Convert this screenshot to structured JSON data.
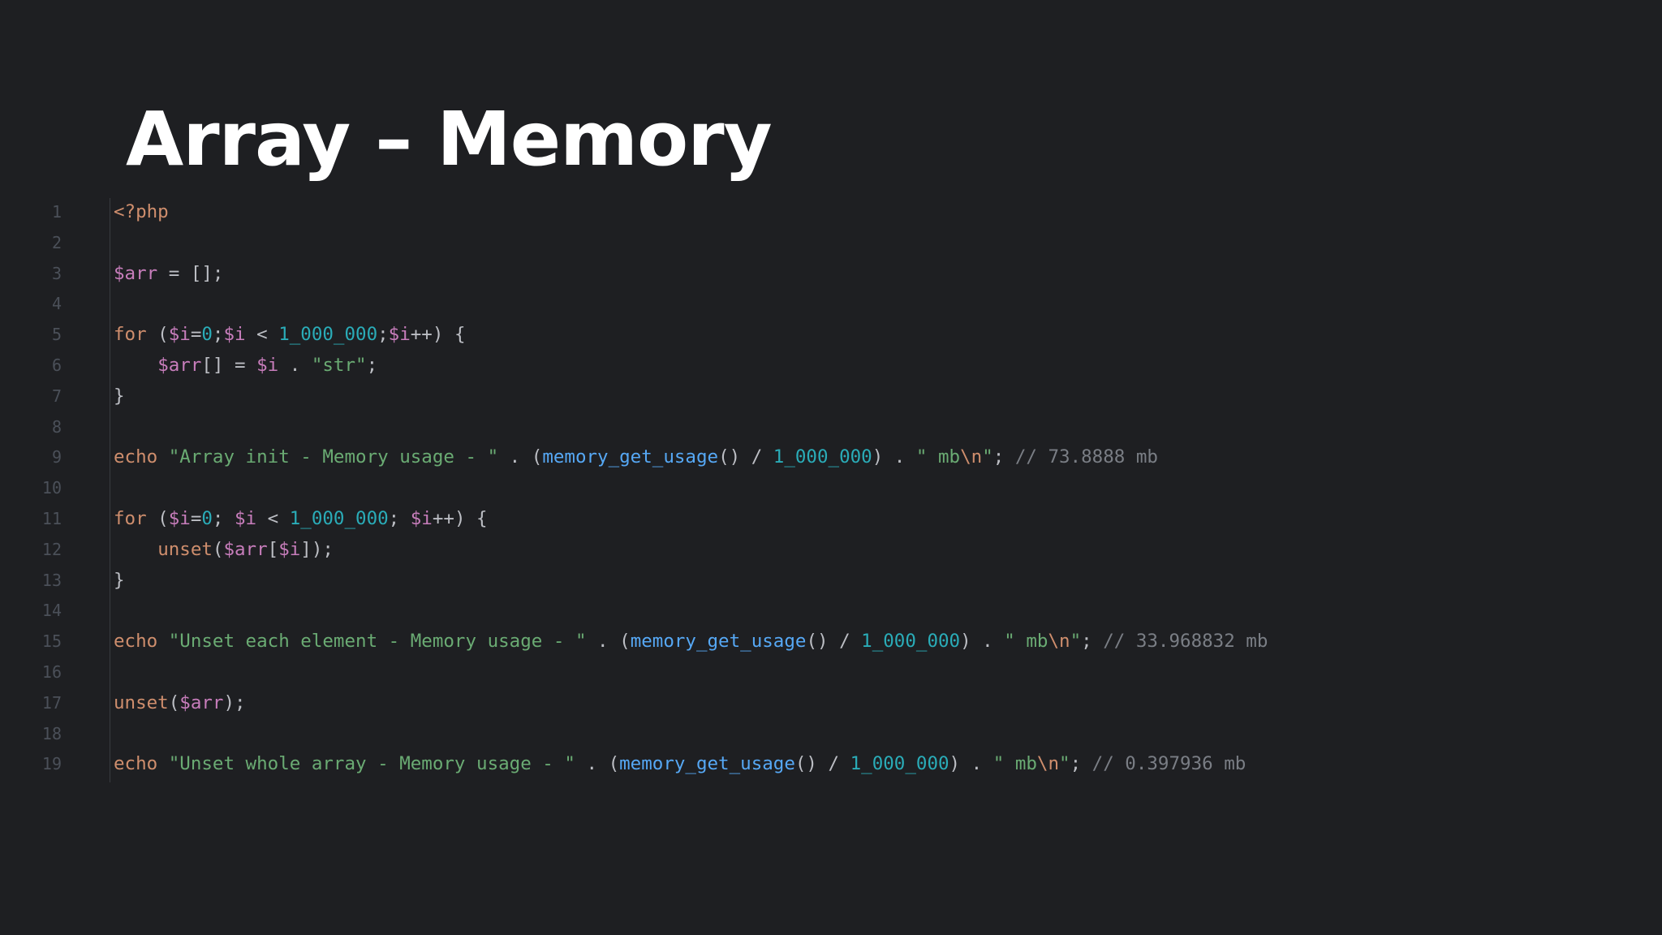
{
  "slide": {
    "title": "Array – Memory"
  },
  "colors": {
    "background": "#1e1f22",
    "title": "#ffffff",
    "keyword": "#cf8e6d",
    "variable": "#c77dbb",
    "number": "#2aacb8",
    "string": "#6aab73",
    "function": "#56a8f5",
    "plain": "#bcbec4",
    "comment": "#7a7e85",
    "line_number": "#4b5059"
  },
  "code": {
    "language": "php",
    "lines": [
      {
        "number": "1",
        "tokens": [
          {
            "t": "kw",
            "v": "<?php"
          }
        ]
      },
      {
        "number": "2",
        "tokens": []
      },
      {
        "number": "3",
        "tokens": [
          {
            "t": "var",
            "v": "$arr"
          },
          {
            "t": "plain",
            "v": " = [];"
          }
        ]
      },
      {
        "number": "4",
        "tokens": []
      },
      {
        "number": "5",
        "tokens": [
          {
            "t": "kw",
            "v": "for"
          },
          {
            "t": "plain",
            "v": " ("
          },
          {
            "t": "var",
            "v": "$i"
          },
          {
            "t": "plain",
            "v": "="
          },
          {
            "t": "num",
            "v": "0"
          },
          {
            "t": "plain",
            "v": ";"
          },
          {
            "t": "var",
            "v": "$i"
          },
          {
            "t": "plain",
            "v": " < "
          },
          {
            "t": "num",
            "v": "1_000_000"
          },
          {
            "t": "plain",
            "v": ";"
          },
          {
            "t": "var",
            "v": "$i"
          },
          {
            "t": "plain",
            "v": "++) {"
          }
        ]
      },
      {
        "number": "6",
        "tokens": [
          {
            "t": "plain",
            "v": "    "
          },
          {
            "t": "var",
            "v": "$arr"
          },
          {
            "t": "plain",
            "v": "[] = "
          },
          {
            "t": "var",
            "v": "$i"
          },
          {
            "t": "plain",
            "v": " . "
          },
          {
            "t": "str",
            "v": "\"str\""
          },
          {
            "t": "plain",
            "v": ";"
          }
        ]
      },
      {
        "number": "7",
        "tokens": [
          {
            "t": "plain",
            "v": "}"
          }
        ]
      },
      {
        "number": "8",
        "tokens": []
      },
      {
        "number": "9",
        "tokens": [
          {
            "t": "kw",
            "v": "echo"
          },
          {
            "t": "plain",
            "v": " "
          },
          {
            "t": "str",
            "v": "\"Array init - Memory usage - \""
          },
          {
            "t": "plain",
            "v": " . ("
          },
          {
            "t": "fn",
            "v": "memory_get_usage"
          },
          {
            "t": "plain",
            "v": "() / "
          },
          {
            "t": "num",
            "v": "1_000_000"
          },
          {
            "t": "plain",
            "v": ") . "
          },
          {
            "t": "str",
            "v": "\" mb"
          },
          {
            "t": "kw",
            "v": "\\n"
          },
          {
            "t": "str",
            "v": "\""
          },
          {
            "t": "plain",
            "v": "; "
          },
          {
            "t": "comment",
            "v": "// 73.8888 mb"
          }
        ]
      },
      {
        "number": "10",
        "tokens": []
      },
      {
        "number": "11",
        "tokens": [
          {
            "t": "kw",
            "v": "for"
          },
          {
            "t": "plain",
            "v": " ("
          },
          {
            "t": "var",
            "v": "$i"
          },
          {
            "t": "plain",
            "v": "="
          },
          {
            "t": "num",
            "v": "0"
          },
          {
            "t": "plain",
            "v": "; "
          },
          {
            "t": "var",
            "v": "$i"
          },
          {
            "t": "plain",
            "v": " < "
          },
          {
            "t": "num",
            "v": "1_000_000"
          },
          {
            "t": "plain",
            "v": "; "
          },
          {
            "t": "var",
            "v": "$i"
          },
          {
            "t": "plain",
            "v": "++) {"
          }
        ]
      },
      {
        "number": "12",
        "tokens": [
          {
            "t": "plain",
            "v": "    "
          },
          {
            "t": "kw",
            "v": "unset"
          },
          {
            "t": "plain",
            "v": "("
          },
          {
            "t": "var",
            "v": "$arr"
          },
          {
            "t": "plain",
            "v": "["
          },
          {
            "t": "var",
            "v": "$i"
          },
          {
            "t": "plain",
            "v": "]);"
          }
        ]
      },
      {
        "number": "13",
        "tokens": [
          {
            "t": "plain",
            "v": "}"
          }
        ]
      },
      {
        "number": "14",
        "tokens": []
      },
      {
        "number": "15",
        "tokens": [
          {
            "t": "kw",
            "v": "echo"
          },
          {
            "t": "plain",
            "v": " "
          },
          {
            "t": "str",
            "v": "\"Unset each element - Memory usage - \""
          },
          {
            "t": "plain",
            "v": " . ("
          },
          {
            "t": "fn",
            "v": "memory_get_usage"
          },
          {
            "t": "plain",
            "v": "() / "
          },
          {
            "t": "num",
            "v": "1_000_000"
          },
          {
            "t": "plain",
            "v": ") . "
          },
          {
            "t": "str",
            "v": "\" mb"
          },
          {
            "t": "kw",
            "v": "\\n"
          },
          {
            "t": "str",
            "v": "\""
          },
          {
            "t": "plain",
            "v": "; "
          },
          {
            "t": "comment",
            "v": "// 33.968832 mb"
          }
        ]
      },
      {
        "number": "16",
        "tokens": []
      },
      {
        "number": "17",
        "tokens": [
          {
            "t": "kw",
            "v": "unset"
          },
          {
            "t": "plain",
            "v": "("
          },
          {
            "t": "var",
            "v": "$arr"
          },
          {
            "t": "plain",
            "v": ");"
          }
        ]
      },
      {
        "number": "18",
        "tokens": []
      },
      {
        "number": "19",
        "tokens": [
          {
            "t": "kw",
            "v": "echo"
          },
          {
            "t": "plain",
            "v": " "
          },
          {
            "t": "str",
            "v": "\"Unset whole array - Memory usage - \""
          },
          {
            "t": "plain",
            "v": " . ("
          },
          {
            "t": "fn",
            "v": "memory_get_usage"
          },
          {
            "t": "plain",
            "v": "() / "
          },
          {
            "t": "num",
            "v": "1_000_000"
          },
          {
            "t": "plain",
            "v": ") . "
          },
          {
            "t": "str",
            "v": "\" mb"
          },
          {
            "t": "kw",
            "v": "\\n"
          },
          {
            "t": "str",
            "v": "\""
          },
          {
            "t": "plain",
            "v": "; "
          },
          {
            "t": "comment",
            "v": "// 0.397936 mb"
          }
        ]
      }
    ]
  }
}
